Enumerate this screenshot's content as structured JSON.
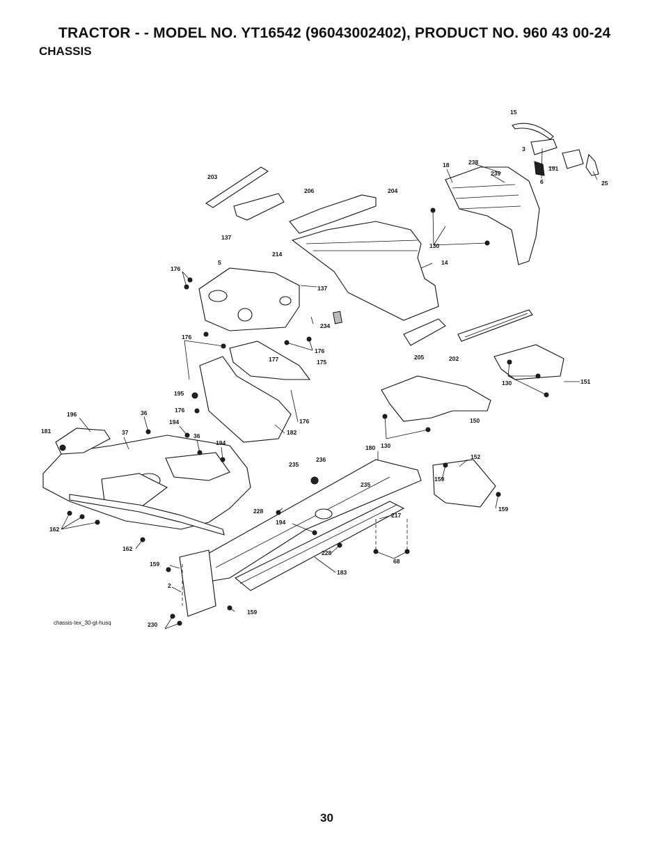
{
  "header": {
    "title": "TRACTOR - - MODEL NO. YT16542 (96043002402), PRODUCT NO. 960 43 00-24",
    "section": "CHASSIS"
  },
  "diagram": {
    "labels": [
      "15",
      "3",
      "191",
      "6",
      "25",
      "18",
      "238",
      "239",
      "203",
      "206",
      "204",
      "137",
      "214",
      "5",
      "176",
      "137",
      "14",
      "130",
      "234",
      "176",
      "176",
      "177",
      "175",
      "205",
      "202",
      "130",
      "151",
      "195",
      "176",
      "150",
      "196",
      "36",
      "194",
      "36",
      "181",
      "37",
      "194",
      "176",
      "182",
      "180",
      "130",
      "235",
      "236",
      "152",
      "159",
      "235",
      "228",
      "217",
      "194",
      "159",
      "162",
      "162",
      "228",
      "68",
      "159",
      "183",
      "2",
      "159",
      "230"
    ],
    "file_name": "chassis-tex_30-gt-husq"
  },
  "footer": {
    "page_number": "30"
  }
}
